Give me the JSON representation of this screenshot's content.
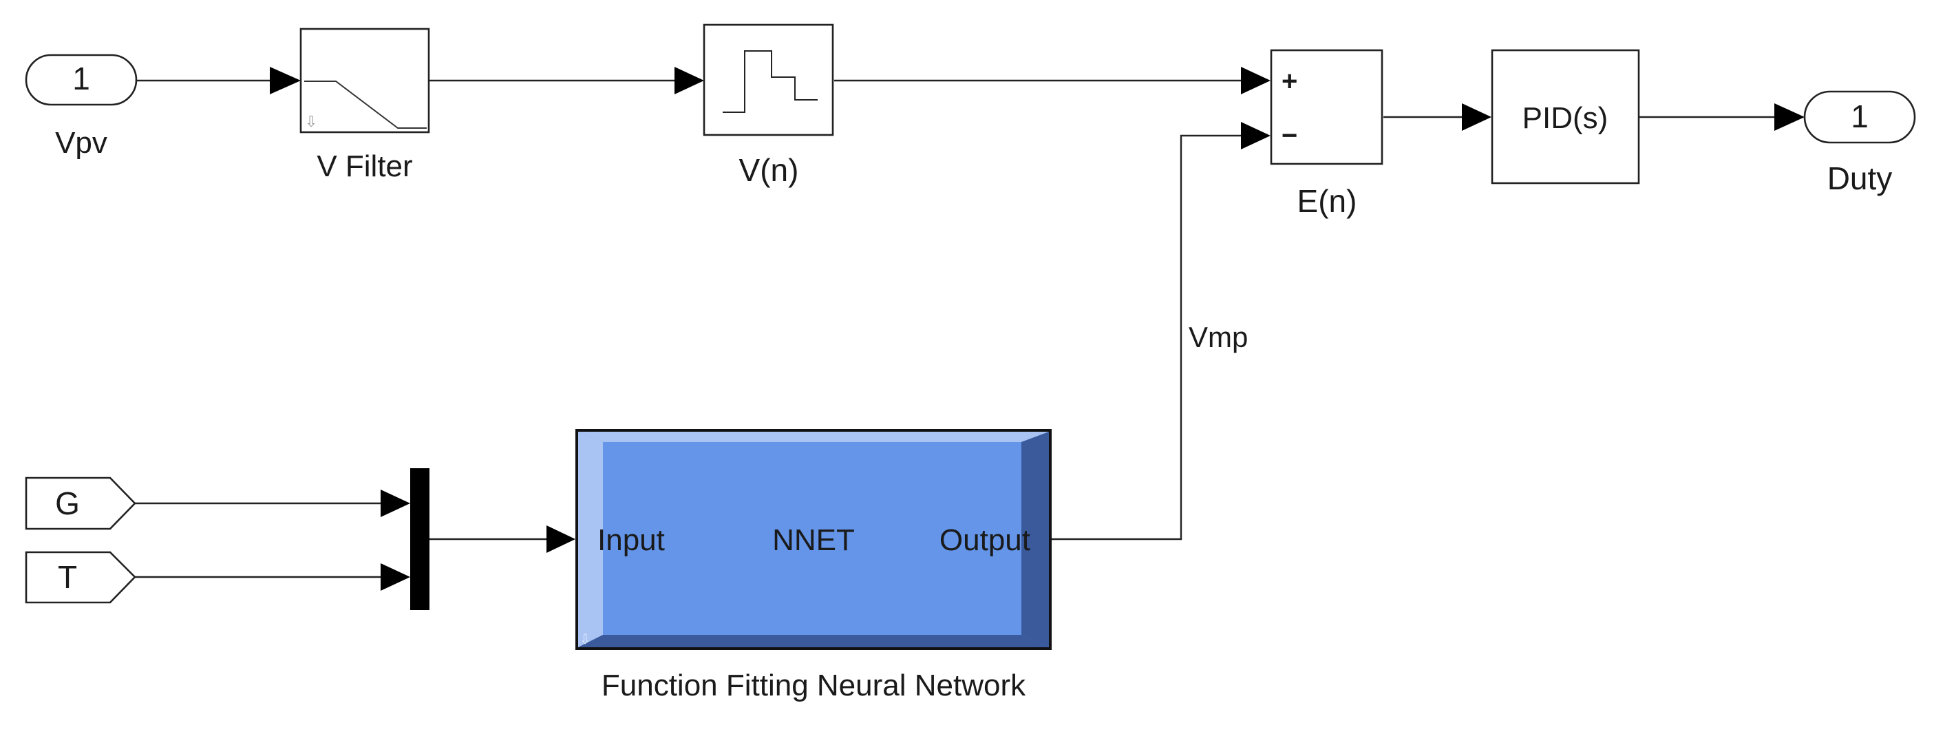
{
  "inport": {
    "number": "1",
    "label": "Vpv"
  },
  "filter_block": {
    "label": "V Filter",
    "icon": "lowpass-filter-icon"
  },
  "hold_block": {
    "label": "V(n)",
    "icon": "staircase-hold-icon"
  },
  "sum_block": {
    "label": "E(n)",
    "plus": "+",
    "minus": "−"
  },
  "pid_block": {
    "text": "PID(s)"
  },
  "outport": {
    "number": "1",
    "label": "Duty"
  },
  "goto_g": {
    "text": "G"
  },
  "goto_t": {
    "text": "T"
  },
  "nnet_block": {
    "input_port": "Input",
    "center": "NNET",
    "output_port": "Output",
    "label": "Function Fitting Neural Network",
    "fill_color": "#6495e8",
    "edge_color": "#3a5a9c"
  },
  "signal_vmp": {
    "label": "Vmp"
  }
}
